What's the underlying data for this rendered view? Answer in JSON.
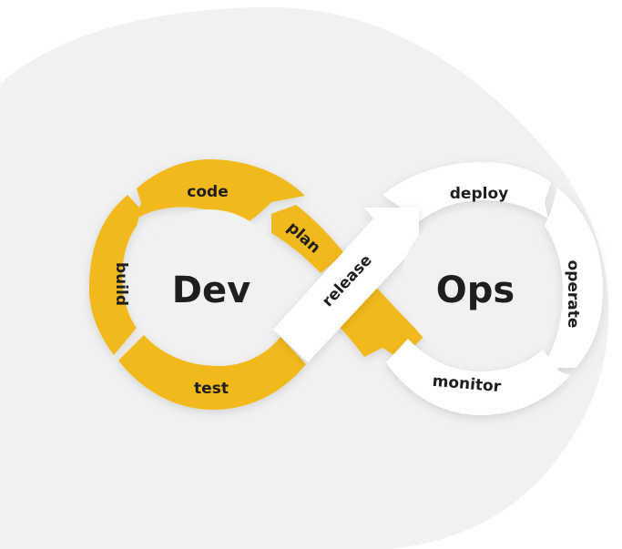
{
  "diagram": {
    "dev_label": "Dev",
    "ops_label": "Ops",
    "dev_segments": {
      "code": "code",
      "plan": "plan",
      "build": "build",
      "test": "test"
    },
    "release_label": "release",
    "ops_segments": {
      "deploy": "deploy",
      "operate": "operate",
      "monitor": "monitor"
    }
  },
  "colors": {
    "dev": "#f2b91b",
    "ops": "#ffffff",
    "blob": "#f1f1f1",
    "text": "#1e1e1e"
  }
}
